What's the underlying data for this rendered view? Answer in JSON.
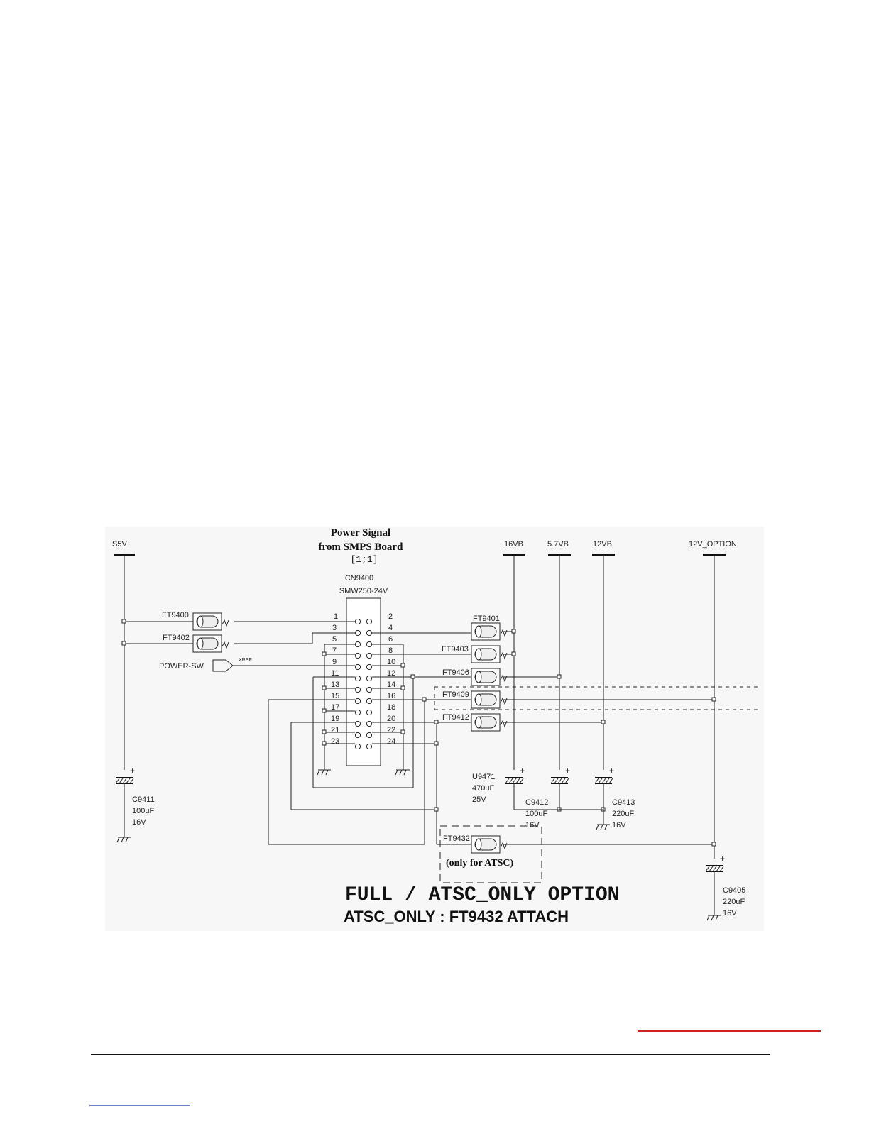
{
  "title": {
    "line1": "Power Signal",
    "line2": "from SMPS Board",
    "ratio": "[1;1]"
  },
  "connector": {
    "ref": "CN9400",
    "part": "SMW250-24V",
    "pins_odd": [
      "1",
      "3",
      "5",
      "7",
      "9",
      "11",
      "13",
      "15",
      "17",
      "19",
      "21",
      "23"
    ],
    "pins_even": [
      "2",
      "4",
      "6",
      "8",
      "10",
      "12",
      "14",
      "16",
      "18",
      "20",
      "22",
      "24"
    ]
  },
  "rails": {
    "s5v": "S5V",
    "v16b": "16VB",
    "v57b": "5.7VB",
    "v12b": "12VB",
    "v12opt": "12V_OPTION"
  },
  "ferrites": {
    "ft9400": "FT9400",
    "ft9402": "FT9402",
    "ft9401": "FT9401",
    "ft9403": "FT9403",
    "ft9406": "FT9406",
    "ft9409": "FT9409",
    "ft9412": "FT9412",
    "ft9432": "FT9432"
  },
  "power_sw": {
    "label": "POWER-SW",
    "xref": "XREF"
  },
  "capacitors": {
    "c9411": {
      "ref": "C9411",
      "value": "100uF",
      "voltage": "16V"
    },
    "u9471": {
      "ref": "U9471",
      "value": "470uF",
      "voltage": "25V"
    },
    "c9412": {
      "ref": "C9412",
      "value": "100uF",
      "voltage": "16V"
    },
    "c9413": {
      "ref": "C9413",
      "value": "220uF",
      "voltage": "16V"
    },
    "c9405": {
      "ref": "C9405",
      "value": "220uF",
      "voltage": "16V"
    }
  },
  "atsc_box": "(only for ATSC)",
  "option_heading": "FULL / ATSC_ONLY OPTION",
  "option_note": "ATSC_ONLY : FT9432 ATTACH",
  "colors": {
    "link_red": "#d21f1f",
    "link_blue": "#3a4fb8"
  }
}
